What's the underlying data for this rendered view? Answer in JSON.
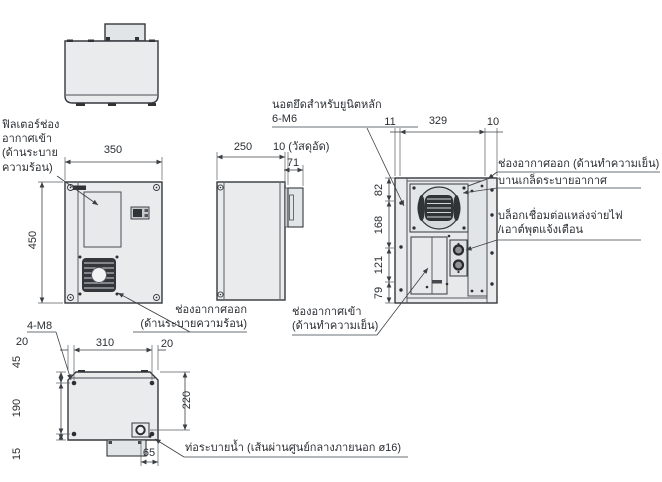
{
  "labels": {
    "filter_inlet": [
      "ฟิลเตอร์ช่อง",
      "อากาศเข้า",
      "(ด้านระบาย",
      "ความร้อน)"
    ],
    "main_unit_nuts": [
      "นอตยึดสำหรับยูนิตหลัก",
      "6-M6"
    ],
    "air_outlet_cooling": "ช่องอากาศออก (ด้านทำความเย็น)",
    "vent_louver": "บานเกล็ดระบายอากาศ",
    "power_alarm_block": [
      "บล็อกเชื่อมต่อแหล่งจ่ายไฟ",
      "/เอาต์พุตแจ้งเตือน"
    ],
    "air_outlet_heat": [
      "ช่องอากาศออก",
      "(ด้านระบายความร้อน)"
    ],
    "air_inlet_cooling": [
      "ช่องอากาศเข้า",
      "(ด้านทำความเย็น)"
    ],
    "mounting_bolts": "4-M8",
    "drain_pipe": "ท่อระบายน้ำ (เส้นผ่านศูนย์กลางภายนอก ø16)",
    "packing_note": "10 (วัสดุอัด)"
  },
  "dimensions": {
    "front_width": "350",
    "front_height": "450",
    "side_depth": "250",
    "flange_depth": "71",
    "rear_offset_left": "11",
    "rear_width": "329",
    "rear_offset_right": "10",
    "rear_v1": "82",
    "rear_v2": "168",
    "rear_v3": "121",
    "rear_v4": "79",
    "bottom_offset_left": "20",
    "bottom_hole_pitch": "310",
    "bottom_offset_right": "20",
    "bottom_v1": "45",
    "bottom_v2": "190",
    "bottom_v3": "15",
    "bottom_depth_to_drain": "220",
    "drain_offset": "65"
  },
  "colors": {
    "line": "#34383c",
    "body_fill": "#e9ebec",
    "panel_fill": "#e2e5e7",
    "grille_dark": "#303437",
    "background": "#ffffff"
  }
}
